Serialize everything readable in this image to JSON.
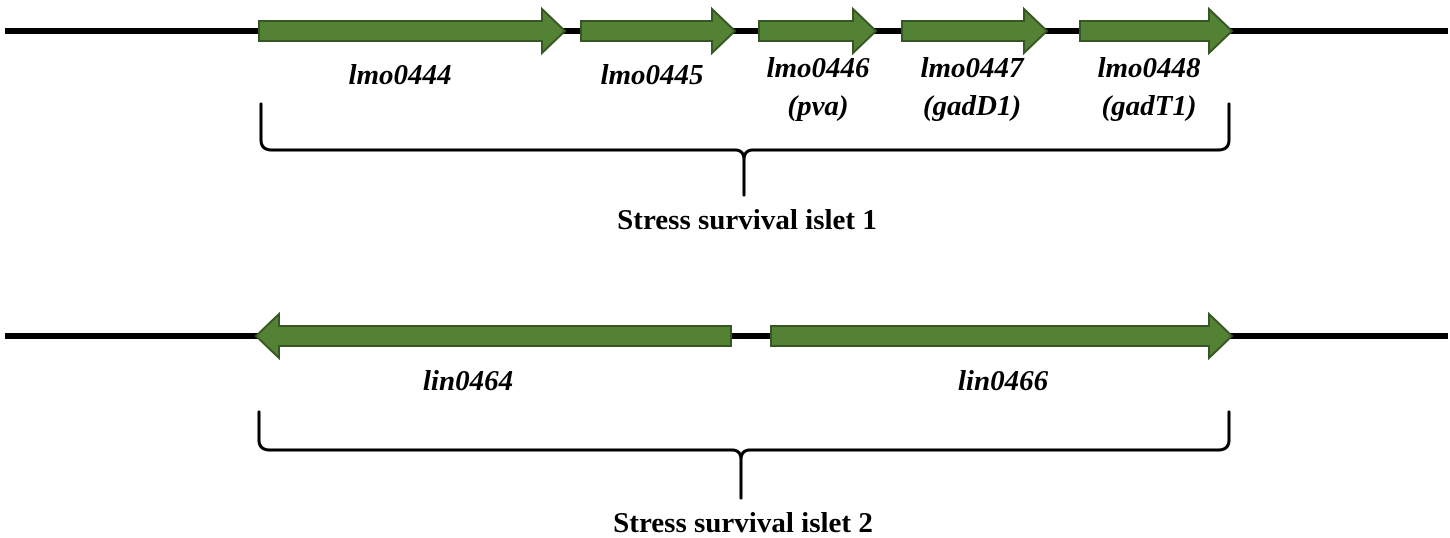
{
  "colors": {
    "gene_fill": "#548235",
    "gene_stroke": "#375623",
    "backbone": "#000000"
  },
  "islet1": {
    "title": "Stress survival islet 1",
    "genes": [
      {
        "id": "lmo0444",
        "name": "lmo0444",
        "alias": "",
        "direction": "forward"
      },
      {
        "id": "lmo0445",
        "name": "lmo0445",
        "alias": "",
        "direction": "forward"
      },
      {
        "id": "lmo0446",
        "name": "lmo0446",
        "alias": "(pva)",
        "direction": "forward"
      },
      {
        "id": "lmo0447",
        "name": "lmo0447",
        "alias": "(gadD1)",
        "direction": "forward"
      },
      {
        "id": "lmo0448",
        "name": "lmo0448",
        "alias": "(gadT1)",
        "direction": "forward"
      }
    ]
  },
  "islet2": {
    "title": "Stress survival islet 2",
    "genes": [
      {
        "id": "lin0464",
        "name": "lin0464",
        "alias": "",
        "direction": "reverse"
      },
      {
        "id": "lin0466",
        "name": "lin0466",
        "alias": "",
        "direction": "forward"
      }
    ]
  }
}
